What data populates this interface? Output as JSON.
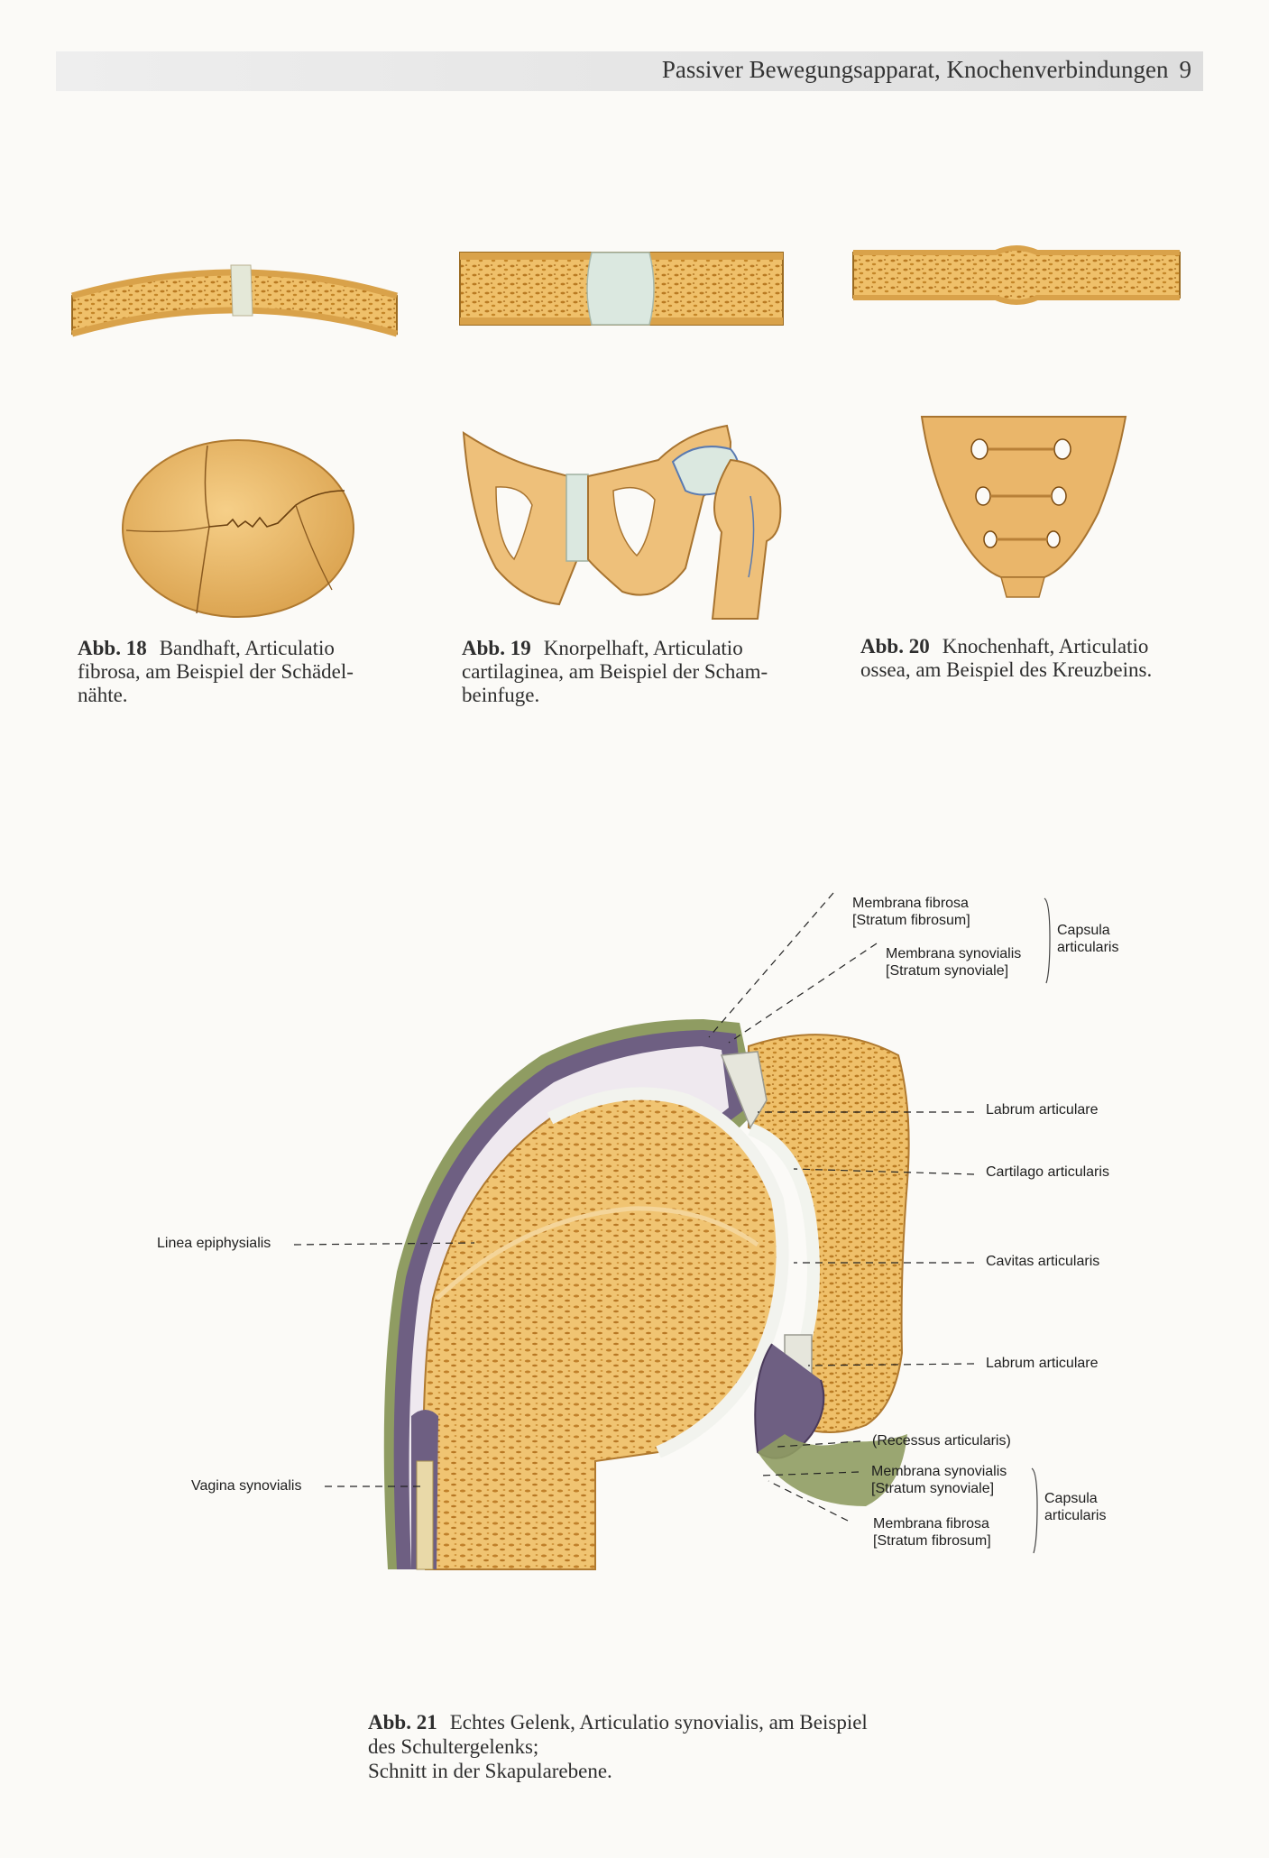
{
  "header": {
    "title": "Passiver Bewegungsapparat, Knochenverbindungen",
    "page_number": "9"
  },
  "figures": {
    "abb18": {
      "label": "Abb. 18",
      "line1": "Bandhaft, Articulatio",
      "line2": "fibrosa, am Beispiel der Schädel-",
      "line3": "nähte."
    },
    "abb19": {
      "label": "Abb. 19",
      "line1": "Knorpelhaft, Articulatio",
      "line2": "cartilaginea, am Beispiel der Scham-",
      "line3": "beinfuge."
    },
    "abb20": {
      "label": "Abb. 20",
      "line1": "Knochenhaft, Articulatio",
      "line2": "ossea, am Beispiel des Kreuzbeins."
    },
    "abb21": {
      "label": "Abb. 21",
      "line1": "Echtes Gelenk, Articulatio synovialis, am Beispiel",
      "line2": "des Schultergelenks;",
      "line3": "Schnitt in der Skapularebene."
    }
  },
  "annotations": {
    "membrana_fibrosa_top": "Membrana fibrosa",
    "stratum_fibrosum_top": "[Stratum fibrosum]",
    "membrana_synovialis_top": "Membrana synovialis",
    "stratum_synoviale_top": "[Stratum synoviale]",
    "capsula_top_1": "Capsula",
    "capsula_top_2": "articularis",
    "labrum_top": "Labrum articulare",
    "cartilago": "Cartilago articularis",
    "cavitas": "Cavitas articularis",
    "labrum_bottom": "Labrum articulare",
    "recessus": "(Recessus articularis)",
    "membrana_synovialis_bottom": "Membrana synovialis",
    "stratum_synoviale_bottom": "[Stratum synoviale]",
    "membrana_fibrosa_bottom": "Membrana fibrosa",
    "stratum_fibrosum_bottom": "[Stratum fibrosum]",
    "capsula_bottom_1": "Capsula",
    "capsula_bottom_2": "articularis",
    "linea": "Linea epiphysialis",
    "vagina": "Vagina synovialis"
  },
  "colors": {
    "bone": "#e8b45a",
    "bone_dark": "#c98a2a",
    "cartilage": "#dfe8df",
    "capsule": "#6a5a78",
    "capsule_outer": "#8a9a5a"
  }
}
